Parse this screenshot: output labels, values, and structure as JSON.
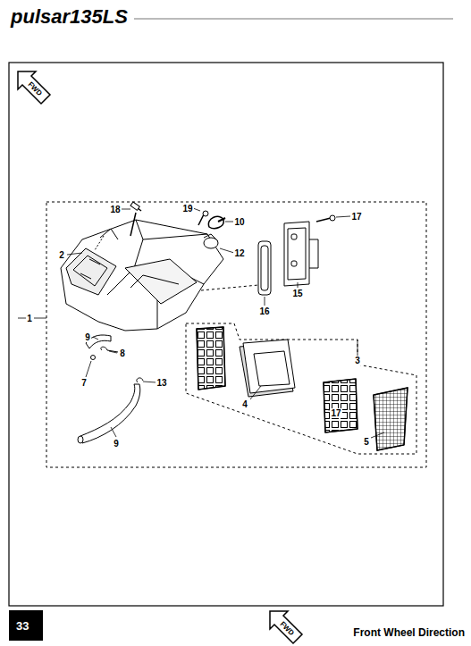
{
  "diagram": {
    "title": "pulsar135LS",
    "nodes": [
      {
        "text": [
          "FWD"
        ]
      },
      {
        "text": [
          "33"
        ]
      },
      {
        "text": [
          "FWD"
        ]
      }
    ],
    "labels": [
      "18",
      "19",
      "10",
      "17",
      "2",
      "12",
      "16",
      "15",
      "1",
      "3",
      "9",
      "8",
      "7",
      "13",
      "4",
      "17",
      "5",
      "9",
      "Front Wheel Direction"
    ]
  }
}
